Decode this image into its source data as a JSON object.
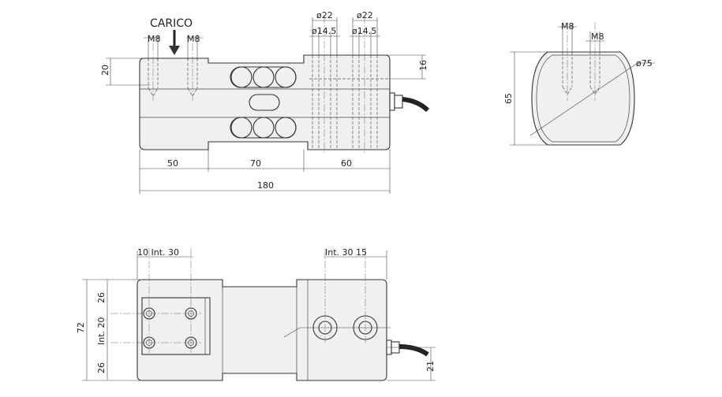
{
  "labels": {
    "load": "CARICO",
    "m8_a": "M8",
    "m8_b": "M8",
    "d22_a": "ø22",
    "d22_b": "ø22",
    "d145_a": "ø14.5",
    "d145_b": "ø14.5",
    "h20": "20",
    "h16": "16",
    "w50": "50",
    "w70": "70",
    "w60": "60",
    "w180": "180",
    "side_m8_a": "M8",
    "side_m8_b": "M8",
    "side_d75": "ø75",
    "side_h65": "65",
    "bot_10int30": "10 Int. 30",
    "bot_int30_15": "Int. 30 15",
    "bot_h72": "72",
    "bot_26a": "26",
    "bot_int20": "Int. 20",
    "bot_26b": "26",
    "bot_21": "21"
  }
}
